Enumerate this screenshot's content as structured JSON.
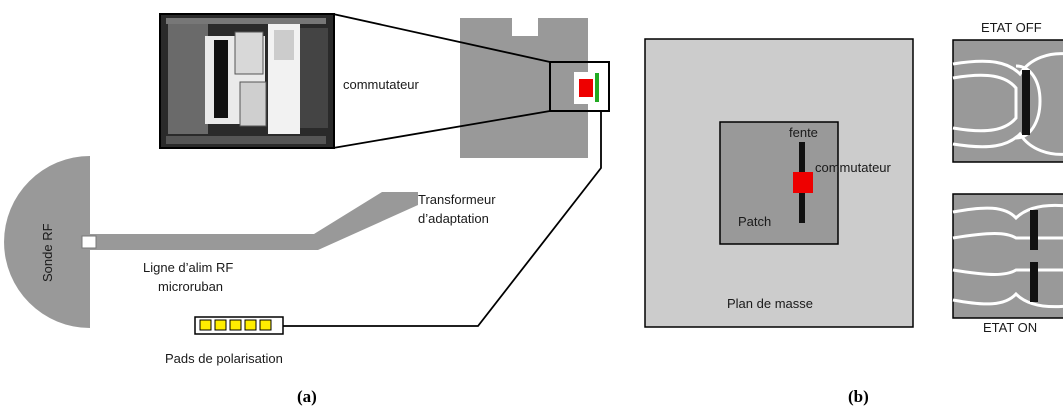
{
  "figure_a": {
    "labels": {
      "commutateur": "commutateur",
      "transformeur_line1": "Transformeur",
      "transformeur_line2": "d’adaptation",
      "sonde": "Sonde RF",
      "ligne_line1": "Ligne d’alim RF",
      "ligne_line2": "microruban",
      "pads": "Pads de polarisation"
    },
    "caption": "(a)"
  },
  "figure_b": {
    "labels": {
      "fente": "fente",
      "commutateur": "commutateur",
      "patch": "Patch",
      "plan_masse": "Plan de masse",
      "etat_off": "ETAT OFF",
      "etat_on": "ETAT ON"
    },
    "caption": "(b)"
  },
  "colors": {
    "metal_gray": "#999999",
    "ground_plane": "#cccccc",
    "patch": "#999999",
    "switch_red": "#ee0000",
    "bias_green": "#22aa22",
    "pad_yellow": "#ffee00",
    "slot_black": "#111111"
  }
}
